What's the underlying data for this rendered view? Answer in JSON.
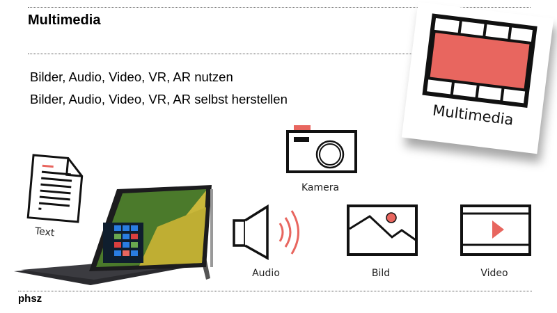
{
  "slide": {
    "title": "Multimedia",
    "bullets": [
      "Bilder, Audio, Video, VR, AR nutzen",
      "Bilder, Audio, Video, VR, AR selbst herstellen"
    ],
    "footer": "phsz"
  },
  "card": {
    "label": "Multimedia",
    "icon": "film-strip-icon"
  },
  "icons": [
    {
      "name": "document-icon",
      "label": "Text"
    },
    {
      "name": "camera-icon",
      "label": "Kamera"
    },
    {
      "name": "speaker-icon",
      "label": "Audio"
    },
    {
      "name": "image-icon",
      "label": "Bild"
    },
    {
      "name": "video-icon",
      "label": "Video"
    }
  ],
  "colors": {
    "accent": "#e8665f",
    "ink": "#111111",
    "background": "#ffffff"
  }
}
